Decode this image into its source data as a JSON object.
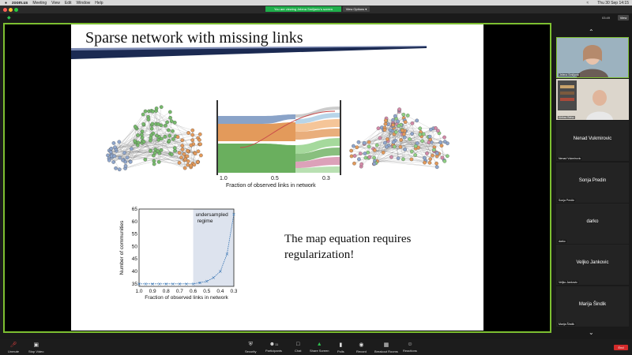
{
  "menubar": {
    "app": "zoom.us",
    "items": [
      "Meeting",
      "View",
      "Edit",
      "Window",
      "Help"
    ],
    "datetime": "Thu 30 Sep 14:15"
  },
  "banner": {
    "text": "You are viewing Jelena Smiljanic's screen",
    "view_options": "View Options ▾"
  },
  "clock": "03:49",
  "view_button": "View",
  "slide": {
    "title": "Sparse network with missing links",
    "body_line1": "The map equation requires",
    "body_line2": "regularization!",
    "top_xlabel": "Fraction of observed links in network",
    "top_ticks": [
      "1.0",
      "0.5",
      "0.3"
    ]
  },
  "chart_data": {
    "type": "line",
    "xlabel": "Fraction of observed links in network",
    "ylabel": "Number of communities",
    "annotation": "undersampled regime",
    "x": [
      1.0,
      0.95,
      0.9,
      0.85,
      0.8,
      0.75,
      0.7,
      0.65,
      0.6,
      0.55,
      0.5,
      0.45,
      0.4,
      0.35,
      0.3
    ],
    "y": [
      35,
      35,
      35,
      35,
      35,
      35,
      35,
      35,
      35,
      35.5,
      36,
      37.5,
      40,
      47,
      63
    ],
    "xticks": [
      "1.0",
      "0.9",
      "0.8",
      "0.7",
      "0.6",
      "0.5",
      "0.4",
      "0.3"
    ],
    "yticks": [
      "35",
      "40",
      "45",
      "50",
      "55",
      "60",
      "65"
    ],
    "xlim": [
      1.0,
      0.3
    ],
    "ylim": [
      34,
      65
    ],
    "shaded_region": [
      0.6,
      0.3
    ]
  },
  "participants": [
    {
      "name": "Jelena Smiljanic",
      "type": "video"
    },
    {
      "name": "Alrikss Belsz",
      "type": "video"
    },
    {
      "name": "Nenad Vukmirovic",
      "type": "name"
    },
    {
      "name": "Sonja Predin",
      "type": "name"
    },
    {
      "name": "darko",
      "type": "name"
    },
    {
      "name": "Veljko Jankovic",
      "type": "name"
    },
    {
      "name": "Marija Šindik",
      "type": "name"
    }
  ],
  "toolbar": {
    "unmute": "Unmute",
    "stop_video": "Stop Video",
    "security": "Security",
    "participants": "Participants",
    "participants_count": "11",
    "chat": "Chat",
    "share_screen": "Share Screen",
    "polls": "Polls",
    "record": "Record",
    "breakout_rooms": "Breakout Rooms",
    "reactions": "Reactions",
    "end": "End"
  }
}
